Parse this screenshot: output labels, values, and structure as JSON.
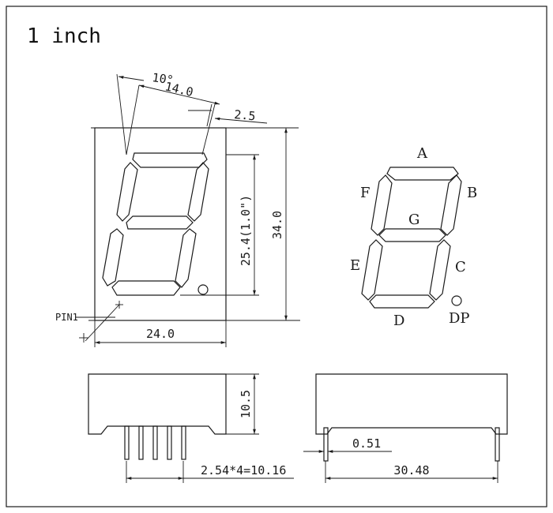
{
  "title": "1 inch",
  "dimensions": {
    "angle": "10°",
    "width_top": "14.0",
    "offset": "2.5",
    "digit_height": "25.4(1.0\")",
    "total_height": "34.0",
    "total_width": "24.0",
    "side_height": "10.5",
    "pin_pitch": "2.54*4=10.16",
    "pin_width": "0.51",
    "side_width": "30.48"
  },
  "pin_label": "PIN1",
  "segments": {
    "a": "A",
    "b": "B",
    "c": "C",
    "d": "D",
    "e": "E",
    "f": "F",
    "g": "G",
    "dp": "DP"
  }
}
